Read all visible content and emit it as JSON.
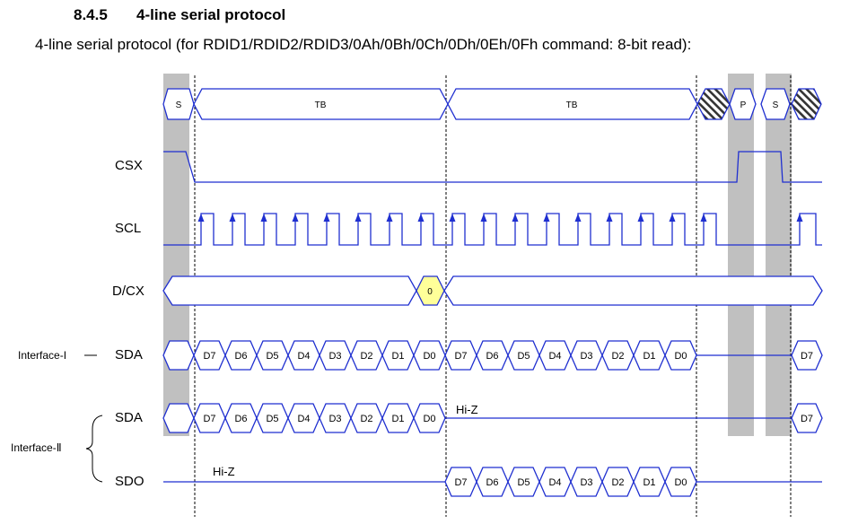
{
  "section": {
    "number": "8.4.5",
    "title": "4-line serial protocol"
  },
  "subtitle": "4-line serial protocol (for RDID1/RDID2/RDID3/0Ah/0Bh/0Ch/0Dh/0Eh/0Fh command: 8-bit read):",
  "timing": {
    "top_segments": [
      "S",
      "TB",
      "TB",
      "P",
      "S"
    ],
    "signals": {
      "csx": "CSX",
      "scl": "SCL",
      "dcx": "D/CX",
      "sda1": "SDA",
      "sda2": "SDA",
      "sdo": "SDO"
    },
    "interface_labels": {
      "interface1": "Interface-I",
      "interface2": "Interface-Ⅱ"
    },
    "dcx_value": "0",
    "data_bits": [
      "D7",
      "D6",
      "D5",
      "D4",
      "D3",
      "D2",
      "D1",
      "D0"
    ],
    "sda_restart_bit": "D7",
    "hiz_label": "Hi-Z"
  },
  "colors": {
    "line": "#1f2fd0",
    "highlight": "#ffff99",
    "shade": "#c0c0c0"
  }
}
